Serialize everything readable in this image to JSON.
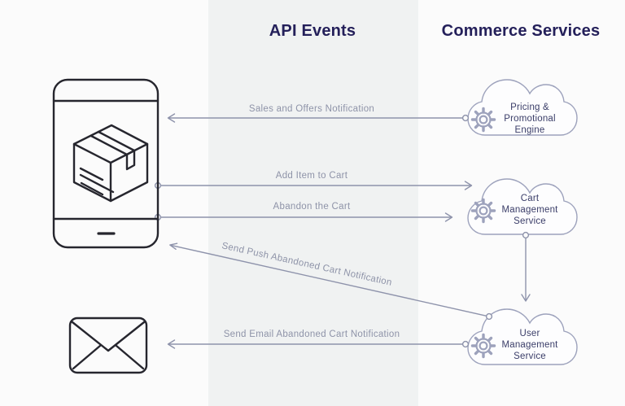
{
  "headers": {
    "api_events": "API Events",
    "commerce_services": "Commerce Services"
  },
  "event_labels": {
    "sales": "Sales and Offers Notification",
    "add_item": "Add Item to Cart",
    "abandon": "Abandon the Cart",
    "push": "Send Push Abandoned Cart Notification",
    "email": "Send Email Abandoned Cart Notification"
  },
  "services": {
    "pricing": "Pricing &\nPromotional\nEngine",
    "cart": "Cart\nManagement\nService",
    "user": "User\nManagement\nService"
  },
  "icons": {
    "left_column": [
      "smartphone-icon with package-icon",
      "envelope-icon"
    ],
    "service_badge": "gear-icon inside cloud-icon"
  },
  "colors": {
    "navy": "#24205a",
    "line": "#8e93ab",
    "label": "#8e93a8",
    "dark": "#26262e",
    "cloud_stroke": "#9da2bc",
    "cloud_text": "#3a3d68",
    "band": "#f0f2f2",
    "bg": "#fbfbfb"
  }
}
